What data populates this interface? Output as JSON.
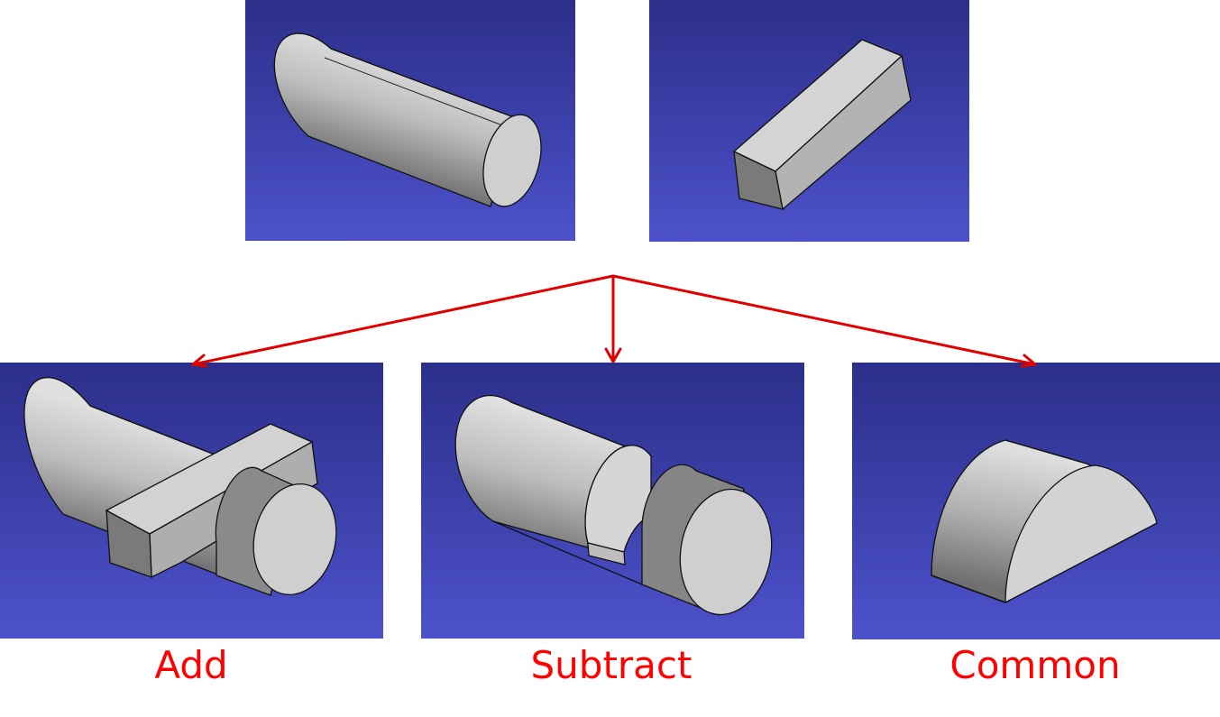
{
  "operations": {
    "add_label": "Add",
    "subtract_label": "Subtract",
    "common_label": "Common"
  },
  "colors": {
    "arrow": "#e00000",
    "label": "#ff0000",
    "panel_top": "#2c2f8a",
    "panel_bottom": "#4d52cc",
    "solid_light": "#d0d0d0",
    "solid_mid": "#a8a8a8",
    "solid_dark": "#6e6e6e"
  }
}
